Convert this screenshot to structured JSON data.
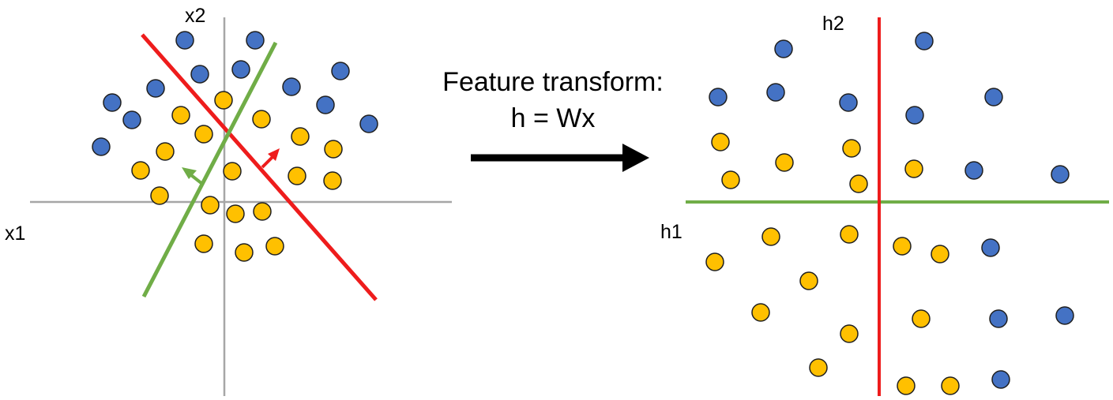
{
  "caption": {
    "line1": "Feature transform:",
    "line2": "h = Wx"
  },
  "left_panel": {
    "x_axis_label": "x1",
    "y_axis_label": "x2"
  },
  "right_panel": {
    "x_axis_label": "h1",
    "y_axis_label": "h2"
  },
  "colors": {
    "class_blue": "#4472c4",
    "class_orange": "#ffc000",
    "point_stroke": "#1f1f1f",
    "axis": "#a6a6a6",
    "red_line": "#ee1c1c",
    "green_line": "#70ad47",
    "arrow": "#000000"
  }
}
